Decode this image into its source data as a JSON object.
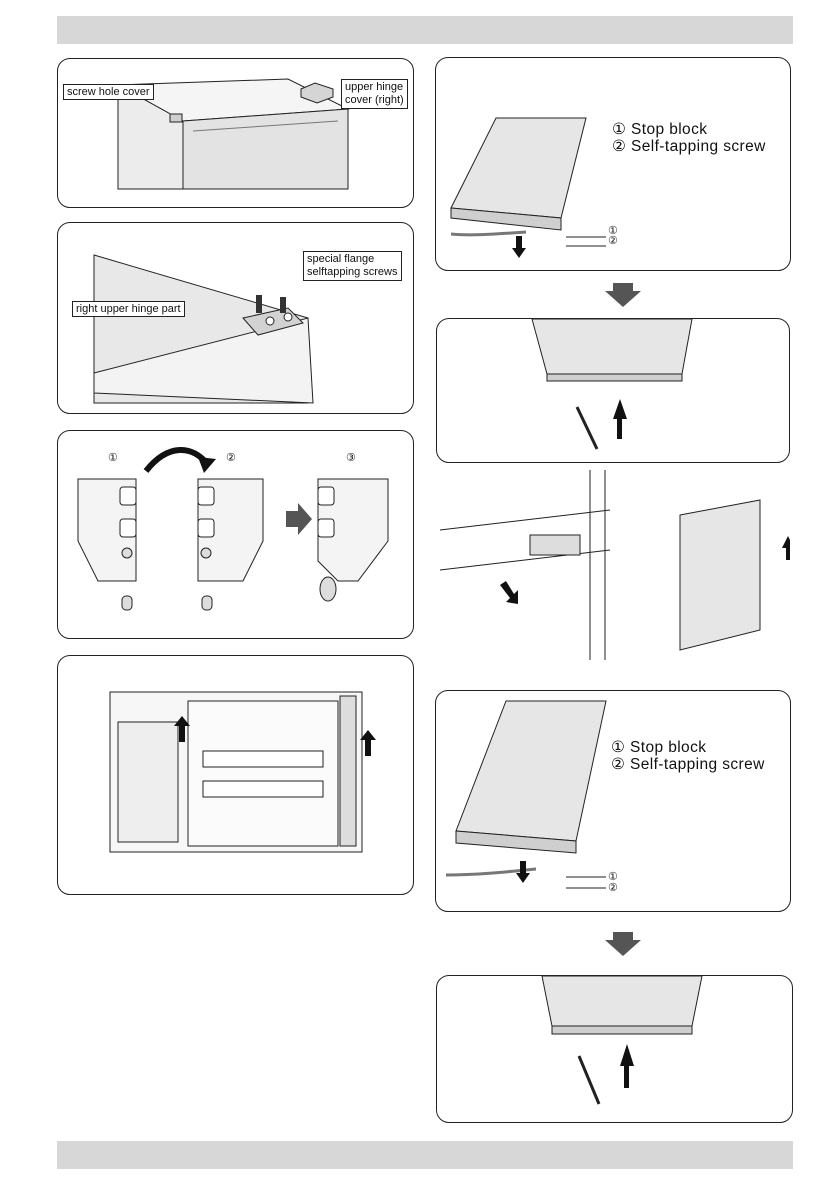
{
  "labels": {
    "screw_hole_cover": "screw hole cover",
    "upper_hinge_cover_l1": "upper hinge",
    "upper_hinge_cover_l2": "cover (right)",
    "special_flange_l1": "special flange",
    "special_flange_l2": "selftapping screws",
    "right_upper_hinge_part": "right upper hinge part"
  },
  "steps": {
    "s1": "①",
    "s2": "②",
    "s3": "③"
  },
  "legend_a": {
    "line1": "①  Stop block",
    "line2": "②  Self-tapping screw"
  },
  "legend_b": {
    "line1": "① Stop block",
    "line2": "② Self-tapping screw"
  },
  "colors": {
    "bar": "#d7d7d7",
    "border": "#222222",
    "down_arrow": "#555555",
    "door_fill": "#e6e6e6"
  },
  "icons": [
    "down-arrow-icon",
    "up-arrow-icon",
    "curved-arrow-icon",
    "right-arrow-icon",
    "hand-icon",
    "screwdriver-icon"
  ]
}
